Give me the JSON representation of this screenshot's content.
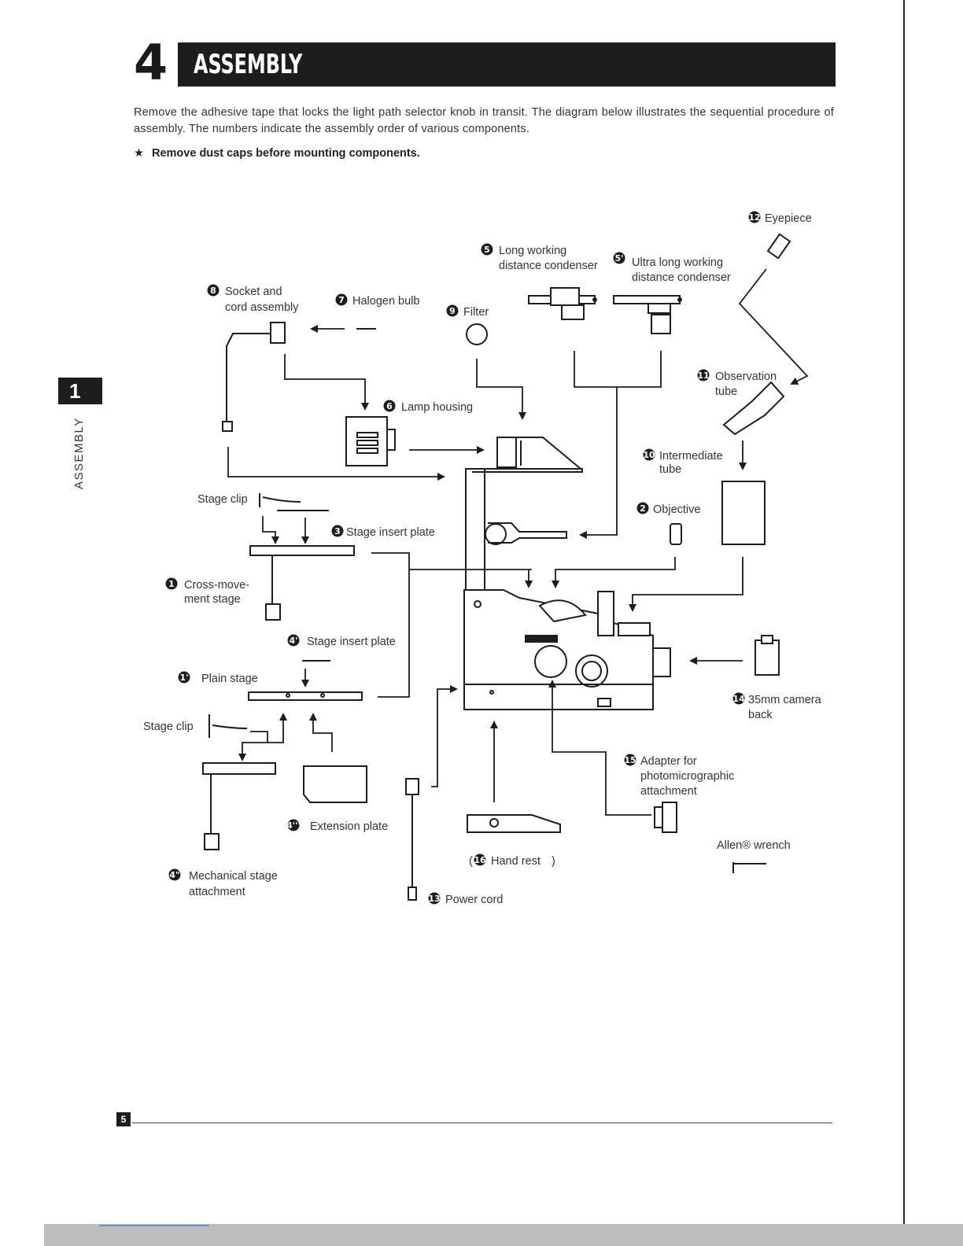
{
  "header": {
    "chapter_number": "4",
    "title": "ASSEMBLY"
  },
  "intro": "Remove the adhesive tape that locks the light path selector knob in transit. The diagram below illustrates the sequential procedure of assembly. The numbers indicate the assembly order of various components.",
  "note": {
    "symbol": "★",
    "text": "Remove dust caps before mounting components."
  },
  "side_tab": {
    "number": "1",
    "label": "ASSEMBLY"
  },
  "labels": {
    "eyepiece": {
      "num": "12",
      "line1": "Eyepiece"
    },
    "long_condenser": {
      "num": "5",
      "line1": "Long working",
      "line2": "distance condenser"
    },
    "ultra_condenser": {
      "num": "5'",
      "line1": "Ultra long working",
      "line2": "distance condenser"
    },
    "socket_cord": {
      "num": "8",
      "line1": "Socket and",
      "line2": "cord assembly"
    },
    "halogen_bulb": {
      "num": "7",
      "line1": "Halogen bulb"
    },
    "filter": {
      "num": "9",
      "line1": "Filter"
    },
    "observation_tube": {
      "num": "11",
      "line1": "Observation",
      "line2": "tube"
    },
    "lamp_housing": {
      "num": "6",
      "line1": "Lamp housing"
    },
    "intermediate_tube": {
      "num": "10",
      "line1": "Intermediate",
      "line2": "tube"
    },
    "stage_clip_top": {
      "line1": "Stage clip"
    },
    "objective": {
      "num": "2",
      "line1": "Objective"
    },
    "stage_insert_plate": {
      "num": "3",
      "line1": "Stage insert plate"
    },
    "cross_movement_stage": {
      "num": "1",
      "line1": "Cross-move-",
      "line2": "ment stage"
    },
    "stage_insert_plate_alt": {
      "num": "4'",
      "line1": "Stage insert plate"
    },
    "plain_stage": {
      "num": "1'",
      "line1": "Plain stage"
    },
    "camera_back": {
      "num": "14",
      "line1": "35mm camera",
      "line2": "back"
    },
    "stage_clip_bottom": {
      "line1": "Stage clip"
    },
    "adapter": {
      "num": "15",
      "line1": "Adapter for",
      "line2": "photomicrographic",
      "line3": "attachment"
    },
    "extension_plate": {
      "num": "4'''",
      "line1": "Extension plate"
    },
    "allen_wrench": {
      "line1": "Allen® wrench"
    },
    "hand_rest": {
      "num": "16",
      "line1": "Hand rest",
      "open": "(",
      "close": ")"
    },
    "mechanical_stage": {
      "num": "4\"",
      "line1": "Mechanical stage",
      "line2": "attachment"
    },
    "power_cord": {
      "num": "13",
      "line1": "Power cord"
    }
  },
  "footer": {
    "page": "5"
  },
  "colors": {
    "ink": "#1d1d1d",
    "text": "#333333"
  }
}
